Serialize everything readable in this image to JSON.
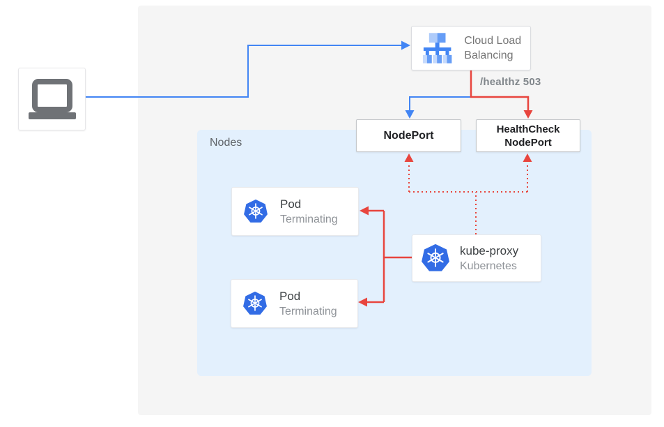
{
  "colors": {
    "blue": "#4285f4",
    "red": "#e8453e",
    "k8s_blue": "#326ce5",
    "panel_bg": "#f5f5f5",
    "nodes_bg": "#e3f0fd",
    "icon_blue_light": "#aecbfa",
    "icon_blue_pale": "#c6dafc",
    "icon_blue_mid": "#669df6",
    "icon_blue_primary": "#4285f4",
    "laptop_gray": "#6f7276",
    "white": "#ffffff"
  },
  "client": {
    "icon": "laptop-icon"
  },
  "load_balancer": {
    "label": "Cloud Load Balancing",
    "icon": "cloud-load-balancing-icon"
  },
  "health_check_label": "/healthz 503",
  "node_port": {
    "label": "NodePort"
  },
  "health_check_node_port": {
    "line1": "HealthCheck",
    "line2": "NodePort"
  },
  "nodes_container": {
    "label": "Nodes"
  },
  "pods": [
    {
      "title": "Pod",
      "status": "Terminating",
      "icon": "kubernetes-icon"
    },
    {
      "title": "Pod",
      "status": "Terminating",
      "icon": "kubernetes-icon"
    }
  ],
  "kube_proxy": {
    "title": "kube-proxy",
    "subtitle": "Kubernetes",
    "icon": "kubernetes-icon"
  }
}
